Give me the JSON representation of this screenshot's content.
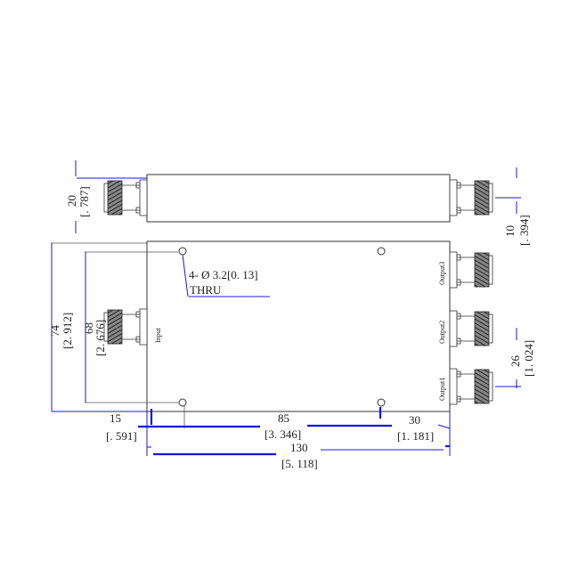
{
  "drawing": {
    "hole_note": "4- Ø 3.2[0. 13]",
    "hole_note_thru": "THRU",
    "ports": {
      "input": "Input",
      "output1": "Output1",
      "output2": "Output2",
      "output3": "Output3"
    },
    "dimensions": {
      "height_top": {
        "mm": "20",
        "in": "[. 787]"
      },
      "overall_height": {
        "mm": "74",
        "in": "[2. 912]"
      },
      "hole_spacing_v": {
        "mm": "68",
        "in": "[2. 676]"
      },
      "connector_offset": {
        "mm": "10",
        "in": "[. 394]"
      },
      "output_pitch": {
        "mm": "26",
        "in": "[1. 024]"
      },
      "left_hole": {
        "mm": "15",
        "in": "[. 591]"
      },
      "hole_spacing_h": {
        "mm": "85",
        "in": "[3. 346]"
      },
      "right_hole": {
        "mm": "30",
        "in": "[1. 181]"
      },
      "overall_length": {
        "mm": "130",
        "in": "[5. 118]"
      }
    }
  }
}
